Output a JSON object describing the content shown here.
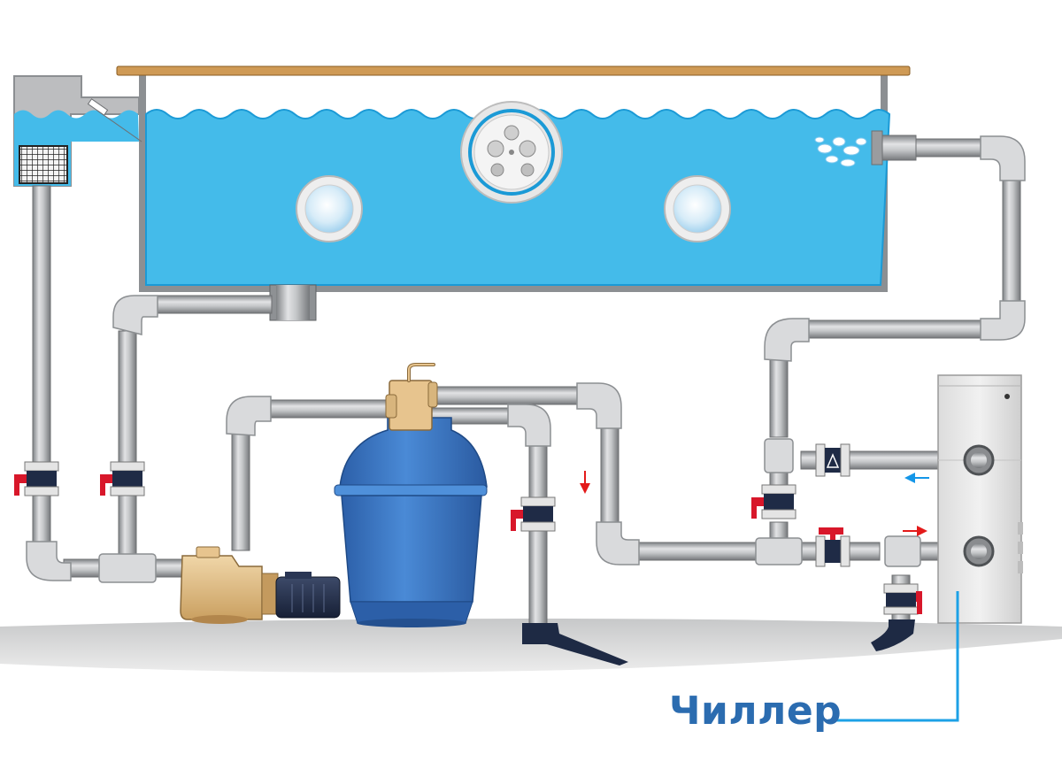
{
  "callout": {
    "label": "Чиллер"
  },
  "colors": {
    "water": "#44bbea",
    "water_line": "#1b9ad6",
    "label_blue": "#2b6cb0",
    "callout_line": "#1da1e6",
    "deck_wood": "#cf9a55",
    "filter_body": "#3b78c5",
    "pump_body": "#e7c48e",
    "motor_body": "#26324c",
    "valve_handle": "#d8172a",
    "flow_arrow_red": "#e31a1a",
    "flow_arrow_blue": "#1496e8",
    "pipe_gray": "#b8babd",
    "ground_gray": "#cfd0d1"
  },
  "components": {
    "pool": "pool-basin",
    "skimmer": "skimmer-with-basket",
    "main_drain": "bottom-drain",
    "return_inlet": "return-nozzle",
    "lights": [
      "pool-light",
      "pool-light"
    ],
    "counterflow": "counterflow-jet-unit",
    "pump": "circulation-pump",
    "filter": "sand-filter",
    "chiller": "chiller-unit",
    "valves": 7
  }
}
